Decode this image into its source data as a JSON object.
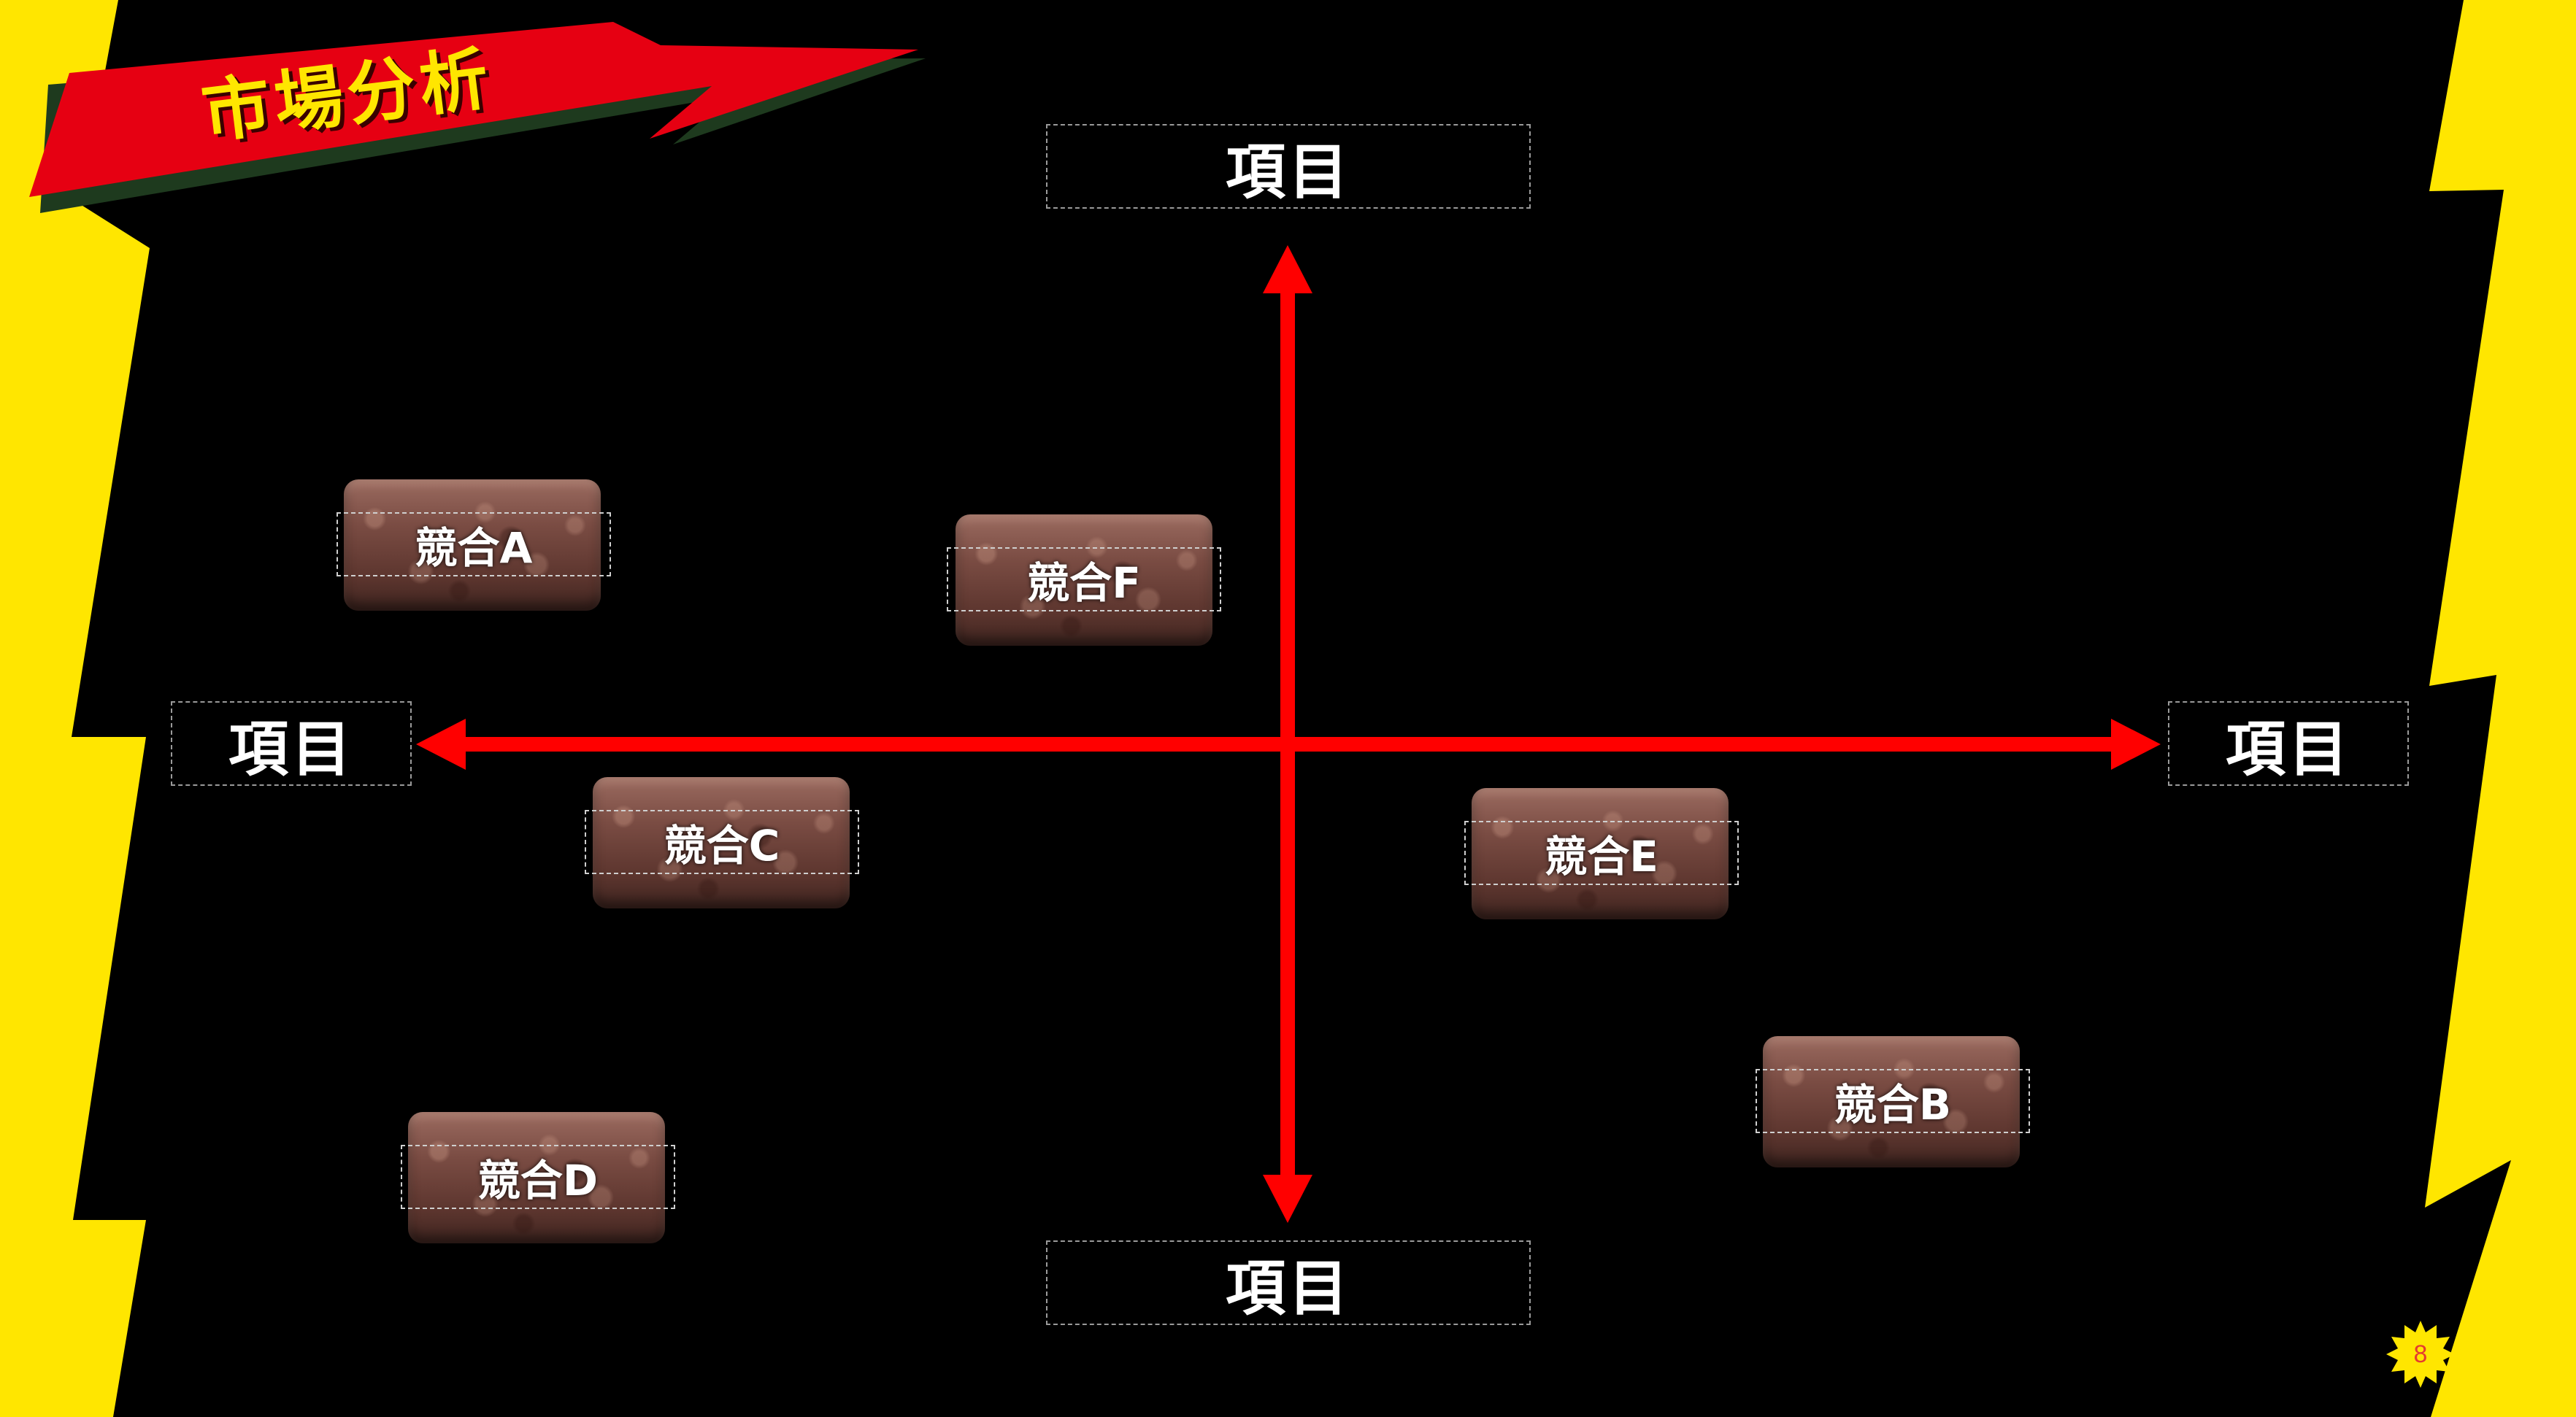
{
  "title": "市場分析",
  "axes": {
    "top": "項目",
    "bottom": "項目",
    "left": "項目",
    "right": "項目"
  },
  "competitors": {
    "a": "競合A",
    "b": "競合B",
    "c": "競合C",
    "d": "競合D",
    "e": "競合E",
    "f": "競合F"
  },
  "page_number": "8",
  "colors": {
    "background": "#000000",
    "accent_yellow": "#ffe600",
    "accent_red": "#ee0000",
    "title_banner": "#e60012",
    "axis_arrow": "#ff0000"
  },
  "icons": {
    "product": "chocolate-bar-image"
  }
}
